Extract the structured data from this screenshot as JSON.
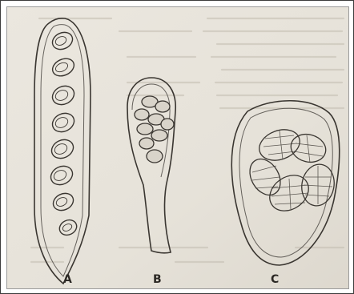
{
  "figure": {
    "labels": {
      "a": "A",
      "b": "B",
      "c": "C"
    },
    "colors": {
      "paper": "#e8e4dc",
      "paper_edge": "#cfcac0",
      "ink": "#3a3631",
      "ink_light": "#6c665d",
      "ghost_text": "#b8b2a6",
      "frame": "#3c3c3c"
    },
    "specimens": [
      {
        "id": "A",
        "spore_count": 8
      },
      {
        "id": "B",
        "spore_count": 9
      },
      {
        "id": "C",
        "spore_count": 5
      }
    ]
  }
}
